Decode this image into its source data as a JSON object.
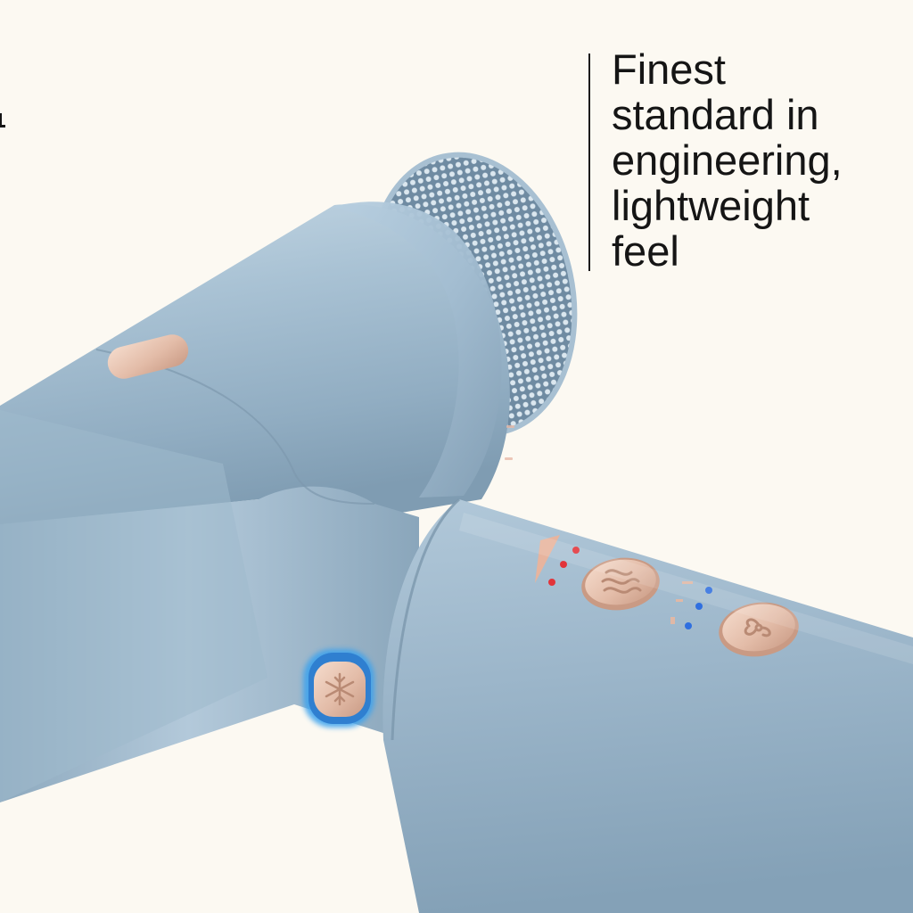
{
  "headline": {
    "text": "Finest\nstandard in\nengineering,\nlightweight\nfeel"
  },
  "palette": {
    "background": "#fcf9f2",
    "body_blue": "#a3bdd0",
    "accent_rose_gold": "#e3bca8",
    "heat_indicator": "#e2343a",
    "speed_indicator": "#2f6fe0",
    "cool_shot_glow": "#3aa2ee",
    "text": "#151515"
  },
  "product": {
    "controls": [
      {
        "icon": "heat-wave-icon",
        "indicator_color": "#e2343a",
        "indicator_count": 3
      },
      {
        "icon": "fan-icon",
        "indicator_color": "#2f6fe0",
        "indicator_count": 3
      },
      {
        "icon": "snowflake-icon",
        "indicator_color": "#3aa2ee",
        "indicator_count": 1
      }
    ]
  }
}
